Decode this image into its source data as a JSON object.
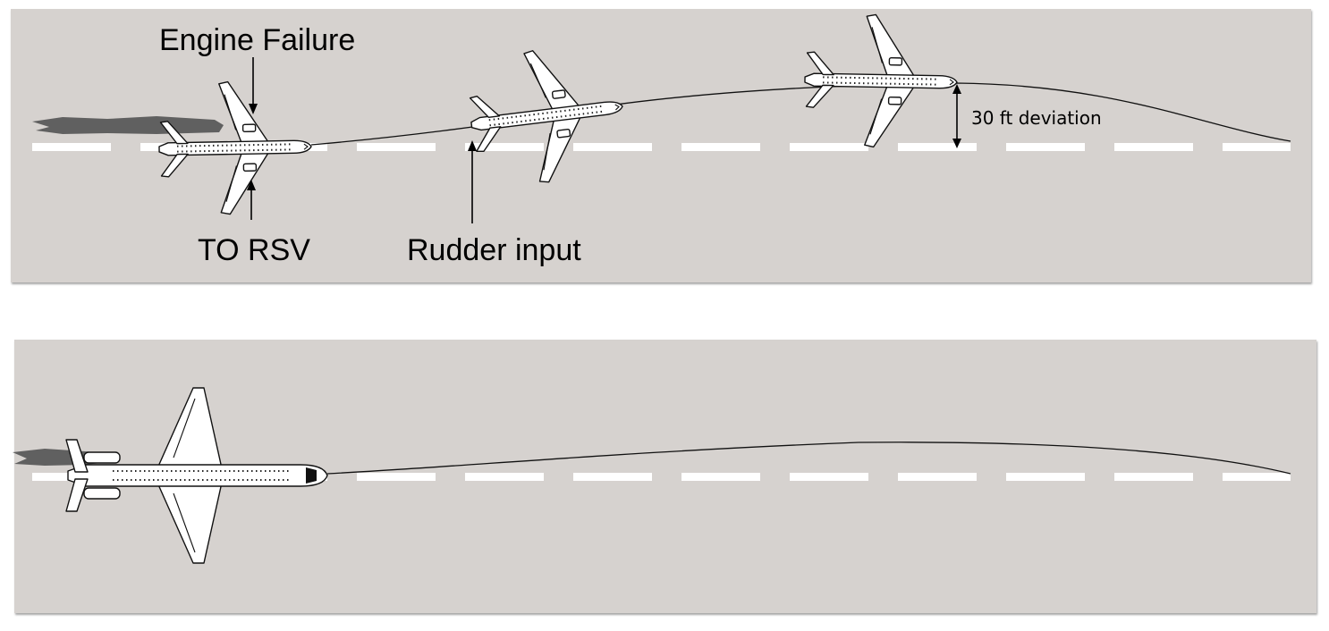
{
  "top_panel": {
    "labels": {
      "engine_failure": "Engine Failure",
      "to_rsv": "TO RSV",
      "rudder_input": "Rudder input",
      "deviation": "30 ft deviation"
    }
  },
  "bottom_panel": {},
  "colors": {
    "runway_background": "#d6d2cf",
    "centerline": "#ffffff",
    "exhaust_smoke": "#5a5a5a",
    "aircraft": "#ffffff",
    "outline": "#111111"
  },
  "icons": [
    "aircraft-icon",
    "exhaust-smoke-icon"
  ]
}
